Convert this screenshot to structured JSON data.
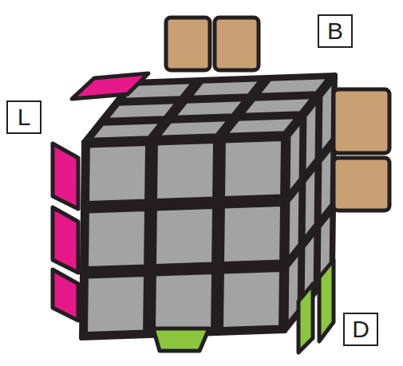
{
  "diagram": {
    "nodes": [
      {
        "text": [
          "B"
        ]
      },
      {
        "text": [
          "L"
        ]
      },
      {
        "text": [
          "D"
        ]
      }
    ]
  }
}
